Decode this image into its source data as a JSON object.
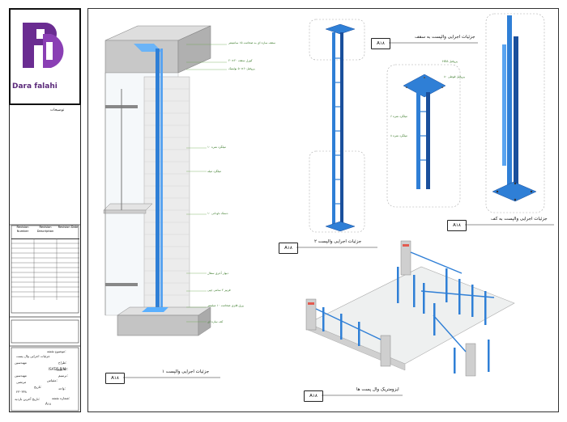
{
  "logo": {
    "text": "Dara falahi",
    "color": "#6a2c91"
  },
  "titleblock": {
    "notes_heading": "توضیحات",
    "revision_headers": [
      "Revision Number",
      "Revision Description",
      "Revision Date"
    ],
    "fields": [
      {
        "label": "موضوع نقشه:",
        "value": "جزئیات اجرایی وال پست"
      },
      {
        "label": "طراح:",
        "value": "مهندسین"
      },
      {
        "label": "کد پروژه:",
        "value": "ISATIS BIM"
      },
      {
        "label": "ترسیم:",
        "value": "مهندسین"
      },
      {
        "label": "مقیاس:",
        "value": ""
      },
      {
        "label": "کد:",
        "value": "مرتضی"
      },
      {
        "label": "تاریخ:",
        "value": ""
      },
      {
        "label": "واحد:",
        "value": "۲۳۰۳۳۸"
      },
      {
        "label": "شماره نقشه:",
        "value": "A۱۸"
      },
      {
        "label": "تاریخ آخرین بازدید:",
        "value": ""
      }
    ]
  },
  "views": [
    {
      "tag": "A۱۸",
      "title": "جزئیات اجرایی والپست ۱"
    },
    {
      "tag": "A۱۸",
      "title": "جزئیات اجرایی والپست ۲"
    },
    {
      "tag": "A۱۸",
      "title": "جزئیات اجرایی والپست به سقف"
    },
    {
      "tag": "A۱۸",
      "title": "جزئیات اجرایی والپست به کف"
    },
    {
      "tag": "A۱۸",
      "title": "ایزومتریک وال پست ها"
    }
  ],
  "annotations_view1": [
    "سقف سازه ای به ضخامت ۱۵ سانتیمتر",
    "کورل سقف ۲۰×۲۰",
    "پروفیل۶۰×۵۰ بولیتیک",
    "میلگرد نمره ۱۰",
    "میلگرد میله",
    "دستک ناودانی ۱۰",
    "دیوار آجری سفال",
    "قرنیز ۲ سانتی چپی",
    "ورق فلزی ضخامت ۱۰ میلیمتر",
    "کف سازه ای"
  ],
  "annotations_view3": [
    "HEA پروفیل",
    "پروفیل قوطی ۸۰",
    "میلگرد نمره ۶",
    "میلگرد نمره ۸"
  ],
  "colors": {
    "steel_blue": "#2f7fd6",
    "steel_dark": "#1a4f9c",
    "concrete": "#c8c8c8",
    "brick": "#e8e8e2"
  }
}
